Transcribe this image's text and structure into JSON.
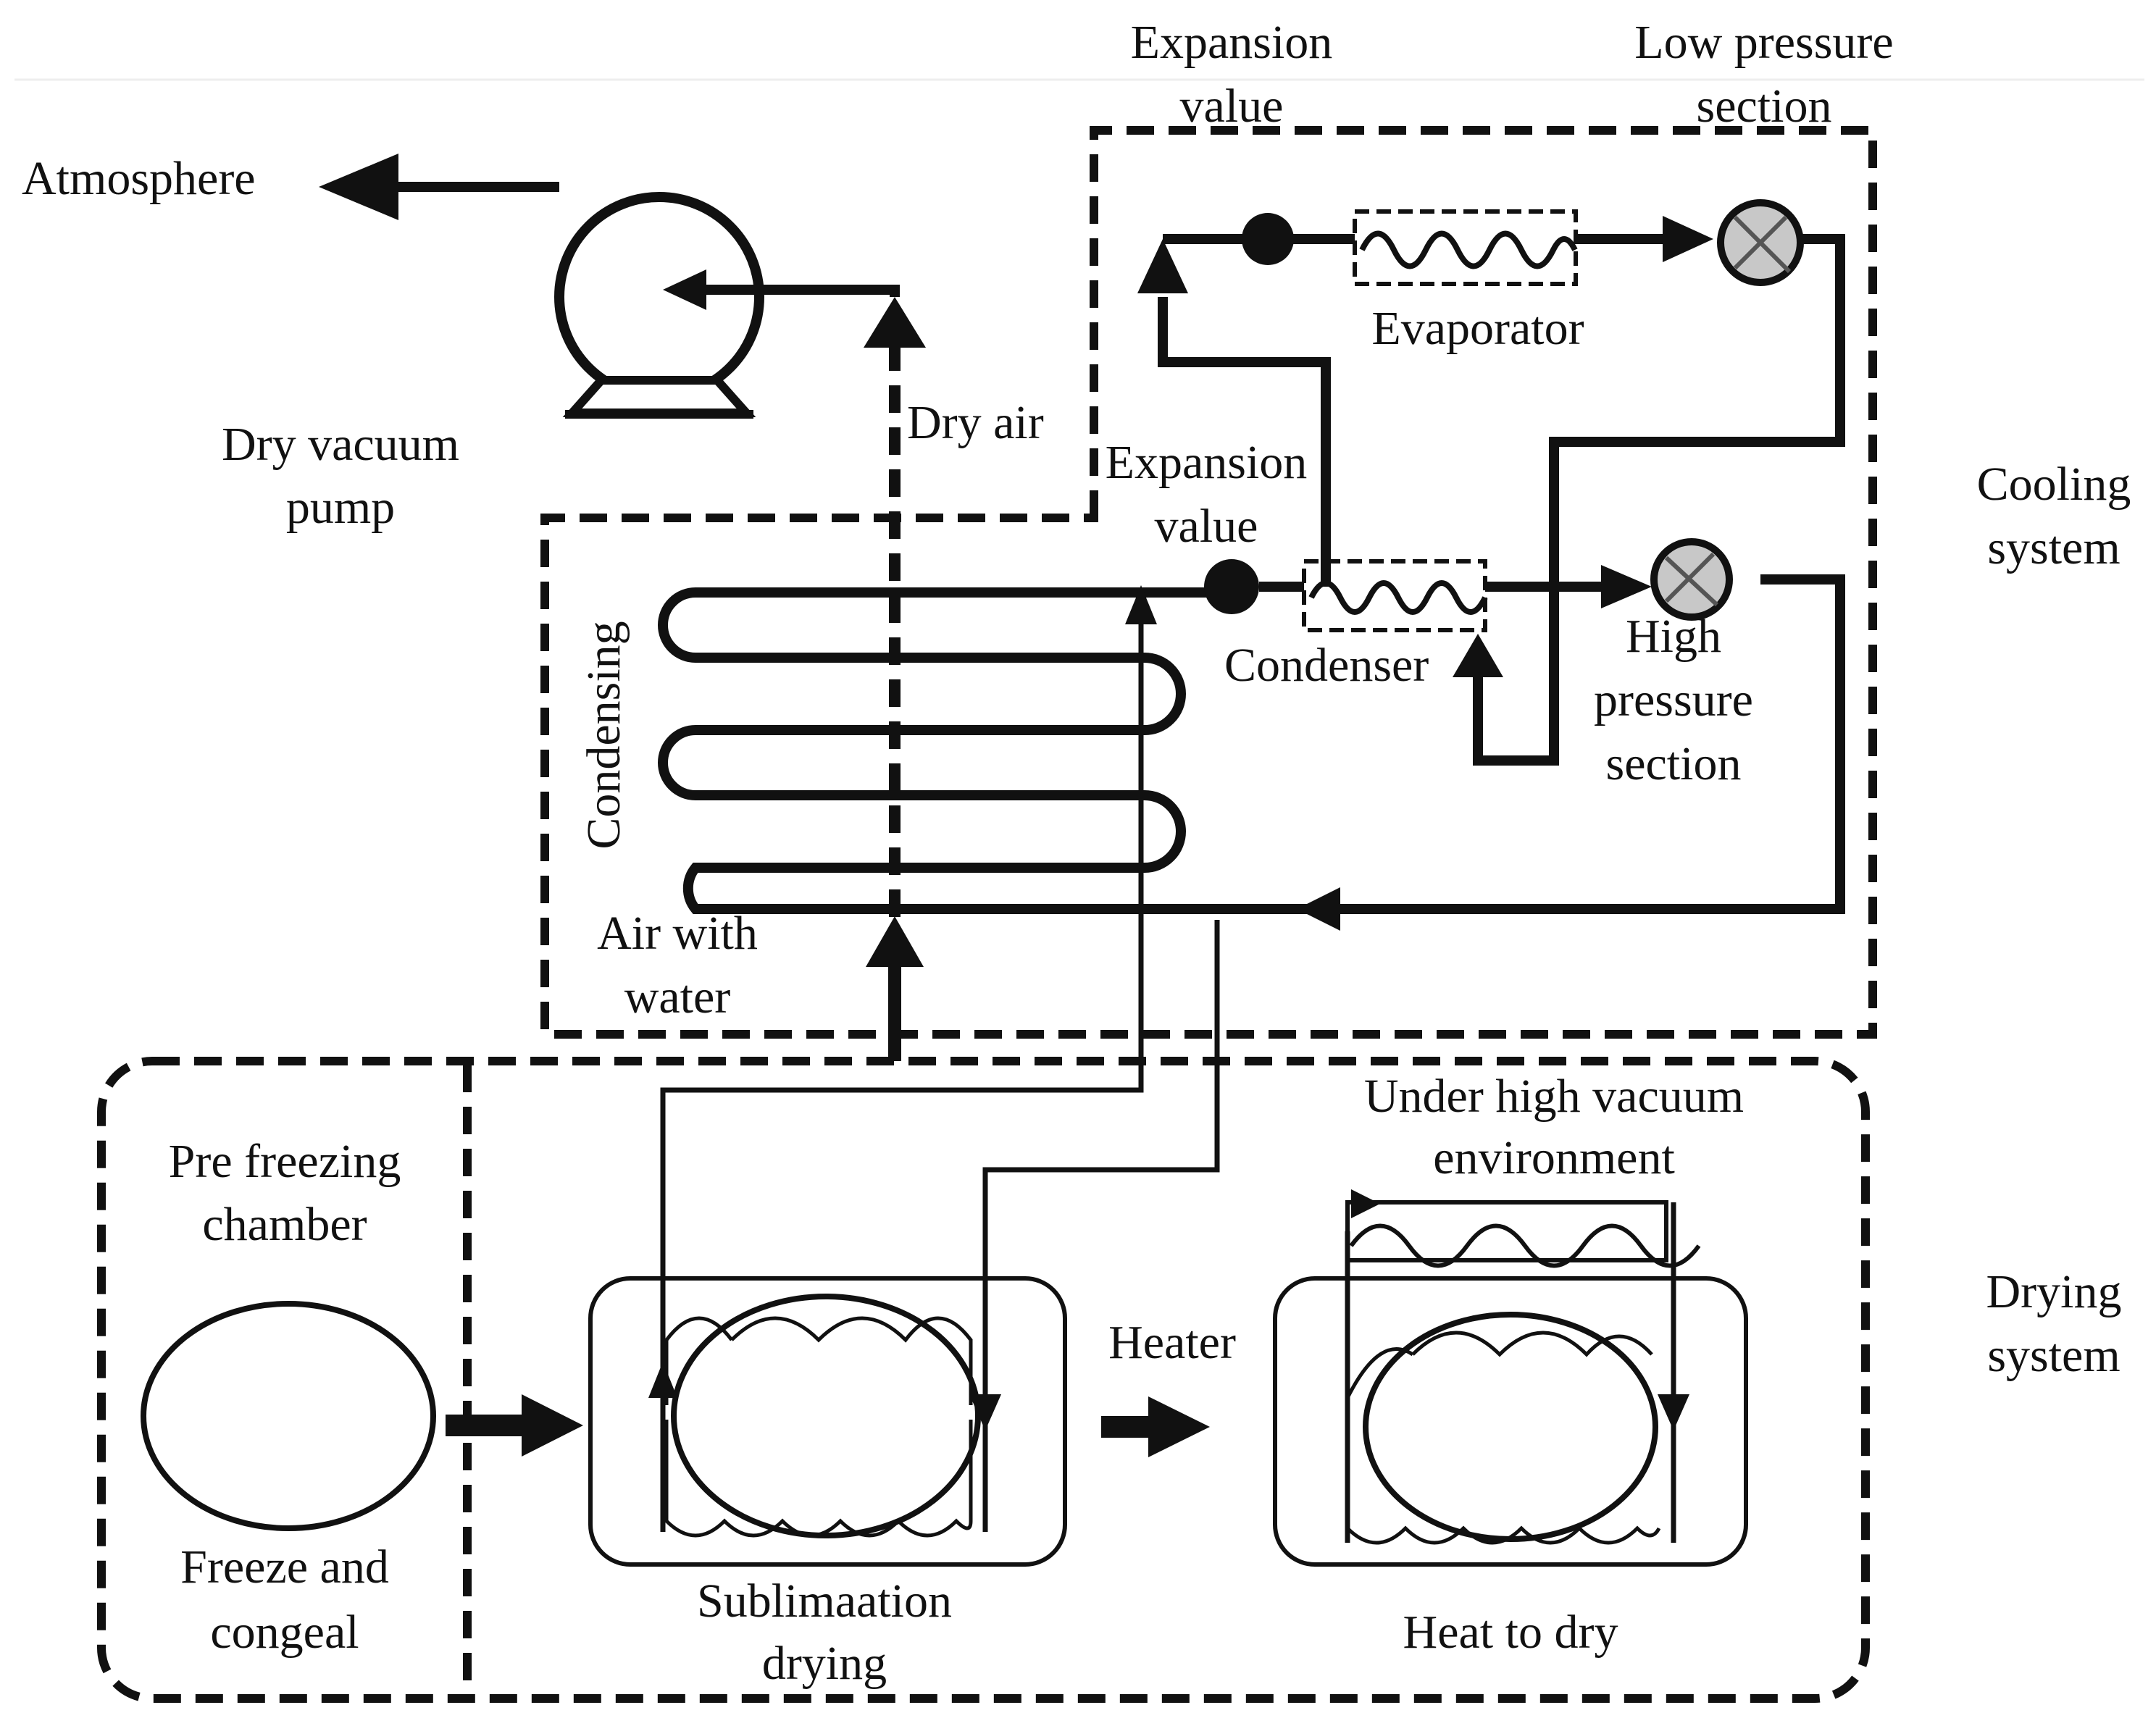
{
  "labels": {
    "atmosphere": "Atmosphere",
    "dry_vacuum_pump": [
      "Dry vacuum",
      "pump"
    ],
    "dry_air": "Dry air",
    "expansion_value_top": [
      "Expansion",
      "value"
    ],
    "low_pressure_section": [
      "Low pressure",
      "section"
    ],
    "evaporator": "Evaporator",
    "expansion_value_mid": [
      "Expansion",
      "value"
    ],
    "condenser": "Condenser",
    "high_pressure_section": [
      "High",
      "pressure",
      "section"
    ],
    "cooling_system": [
      "Cooling",
      "system"
    ],
    "condensing": "Condensing",
    "air_with_water": [
      "Air with",
      "water"
    ],
    "under_high_vacuum": [
      "Under high vacuum",
      "environment"
    ],
    "pre_freezing_chamber": [
      "Pre freezing",
      "chamber"
    ],
    "heater": "Heater",
    "freeze_and_congeal": [
      "Freeze and",
      "congeal"
    ],
    "sublimation_drying": [
      "Sublimaation",
      "drying"
    ],
    "heat_to_dry": "Heat to dry",
    "drying_system": [
      "Drying",
      "system"
    ]
  },
  "colors": {
    "stroke": "#111111",
    "compressor_fill": "#c8c8c8",
    "background": "#ffffff"
  }
}
